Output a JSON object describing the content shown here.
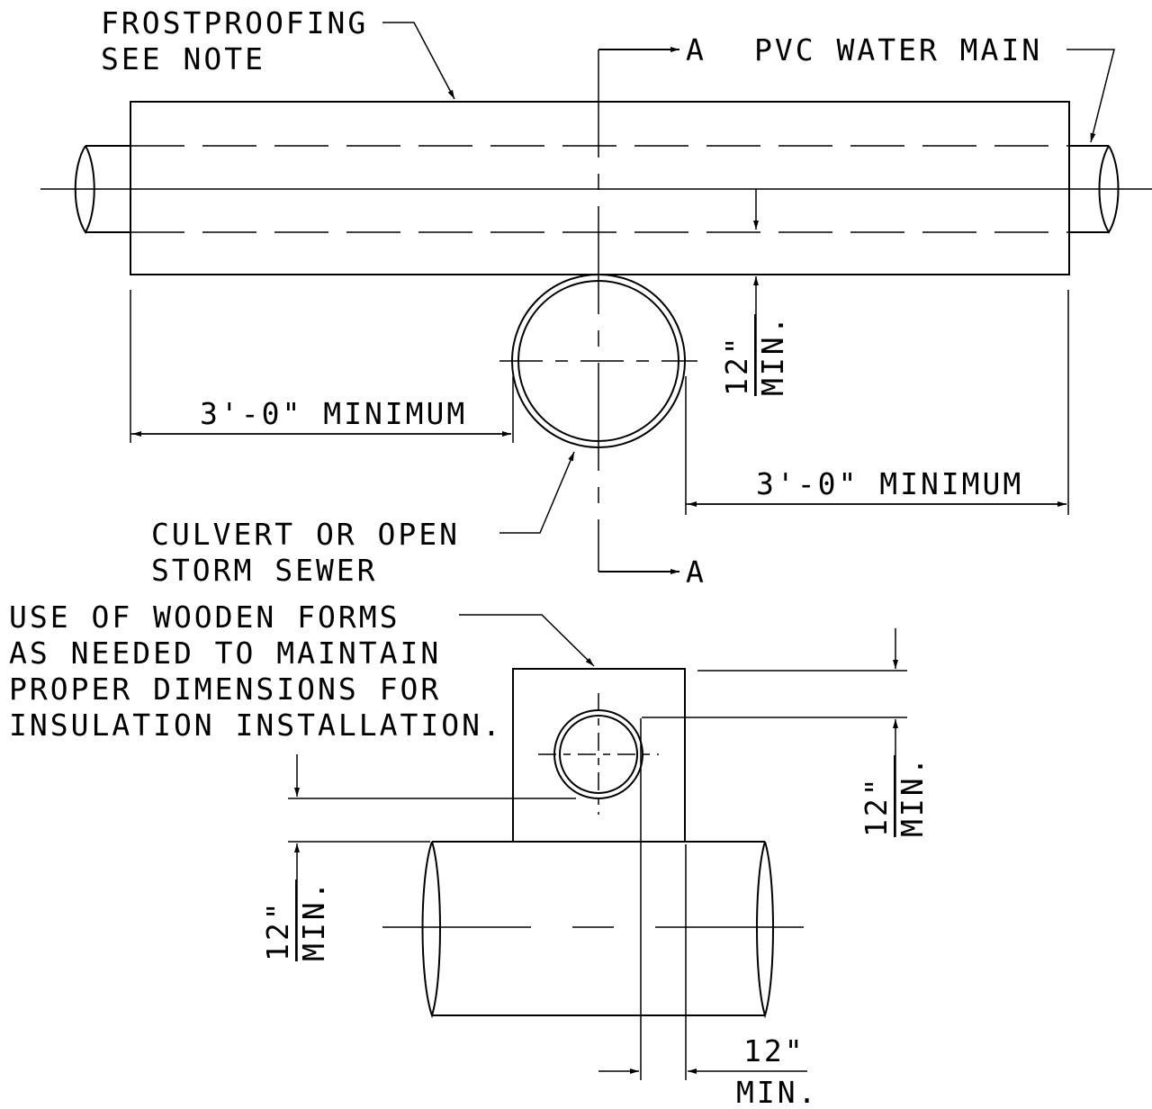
{
  "labels": {
    "frostproofing": "FROSTPROOFING",
    "see_note": "SEE NOTE",
    "section_top": "A",
    "section_bottom": "A",
    "water_main": "PVC WATER MAIN",
    "min_left": "3'-0\" MINIMUM",
    "min_right": "3'-0\" MINIMUM",
    "culvert_1": "CULVERT OR OPEN",
    "culvert_2": "STORM SEWER",
    "forms_1": "USE OF WOODEN FORMS",
    "forms_2": "AS NEEDED TO MAINTAIN",
    "forms_3": "PROPER DIMENSIONS FOR",
    "forms_4": "INSULATION INSTALLATION."
  },
  "dimensions": {
    "plan_vertical": {
      "value": "12\"",
      "unit": "MIN."
    },
    "section_right": {
      "value": "12\"",
      "unit": "MIN."
    },
    "section_left": {
      "value": "12\"",
      "unit": "MIN."
    },
    "section_bottom": {
      "value": "12\"",
      "unit": "MIN."
    }
  }
}
